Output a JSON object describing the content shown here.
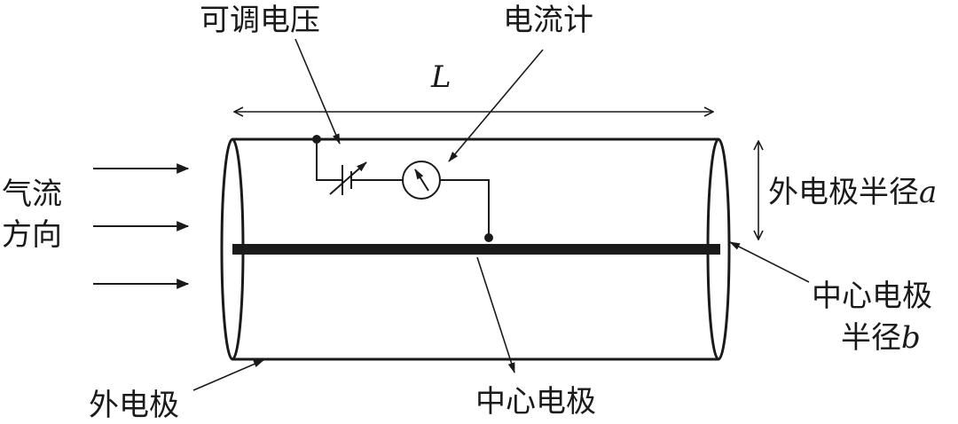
{
  "labels": {
    "adjustable_voltage": "可调电压",
    "ammeter": "电流计",
    "length_symbol": "L",
    "outer_radius_text": "外电极半径",
    "outer_radius_symbol": "a",
    "airflow_line1": "气流",
    "airflow_line2": "方向",
    "center_radius_line1": "中心电极",
    "center_radius_line2_text": "半径",
    "center_radius_symbol": "b",
    "outer_electrode": "外电极",
    "center_electrode": "中心电极"
  },
  "colors": {
    "stroke": "#1a1a1a",
    "background": "#ffffff"
  }
}
